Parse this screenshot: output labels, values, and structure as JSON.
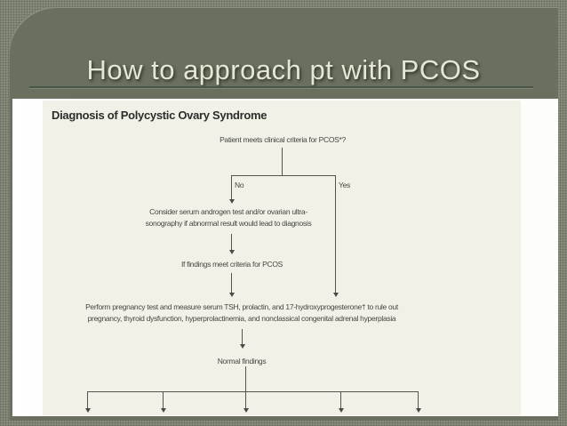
{
  "slide": {
    "title": "How to approach pt with PCOS"
  },
  "figure": {
    "heading": "Diagnosis of Polycystic Ovary Syndrome",
    "question": "Patient meets clinical criteria for PCOS*?",
    "branch_no": "No",
    "branch_yes": "Yes",
    "consider_line1": "Consider serum androgen test and/or ovarian ultra-",
    "consider_line2": "sonography if abnormal result would lead to diagnosis",
    "findings": "If findings meet criteria for PCOS",
    "perform_line1": "Perform pregnancy test and measure serum TSH, prolactin, and 17-hydroxyprogesterone† to rule out",
    "perform_line2": "pregnancy, thyroid dysfunction, hyperprolactinemia, and nonclassical congenital adrenal hyperplasia",
    "normal": "Normal findings"
  },
  "colors": {
    "outer_background": "#878b7b",
    "panel": "#6a6f5f",
    "title_text": "#e4e7d4",
    "title_rule": "#4b564b",
    "content_white": "#fdfdfa",
    "figure_background": "#f1f1e8",
    "figure_text": "#45463f",
    "flow_line": "#55554d"
  }
}
